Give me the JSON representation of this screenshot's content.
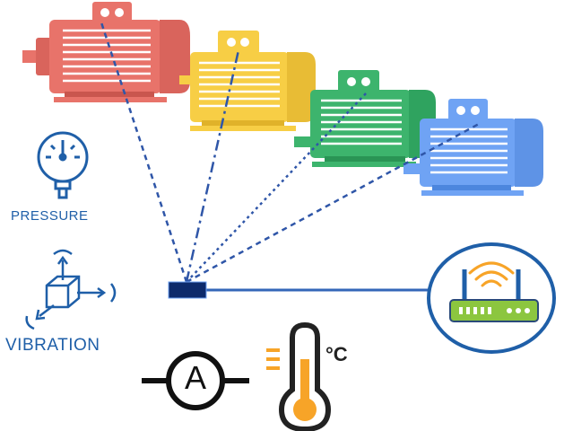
{
  "sensors": {
    "pressure_label": "PRESSURE",
    "vibration_label": "VIBRATION",
    "ammeter_symbol": "A",
    "temperature_unit": "°C"
  },
  "motors": [
    {
      "color": "#E8736A",
      "accent": "#C9564E"
    },
    {
      "color": "#F7CE45",
      "accent": "#E0B22A"
    },
    {
      "color": "#3DB46D",
      "accent": "#2A9455"
    },
    {
      "color": "#6FA3F4",
      "accent": "#4C86DE"
    }
  ],
  "colors": {
    "link_line": "#2F56A8",
    "hub": "#0D2A6B",
    "gateway_ring": "#1F5FA8",
    "router_body": "#8CC63F",
    "wifi": "#F7A428",
    "icon_blue": "#1F5FA8",
    "thermo_fill": "#F7A428"
  }
}
